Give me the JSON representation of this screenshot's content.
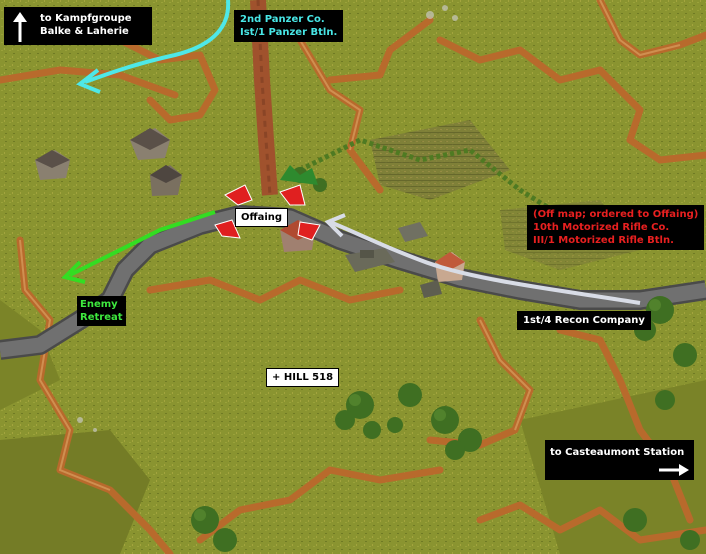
{
  "labels": {
    "kampfgruppe": [
      "to Kampfgroupe",
      "Balke & Laherie"
    ],
    "panzer": [
      "2nd Panzer Co.",
      "Ist/1 Panzer Btln."
    ],
    "offaing": "Offaing",
    "offmap": [
      "(Off map; ordered to Offaing)",
      "10th Motorized Rifle Co.",
      "III/1 Motorized Rifle Btln."
    ],
    "enemy_retreat": [
      "Enemy",
      "Retreat"
    ],
    "recon": "1st/4 Recon Company",
    "hill": "+ HILL 518",
    "casteaumont": "to Casteaumont Station"
  },
  "colors": {
    "panzer_text": "#48e6e6",
    "offmap_text": "#e82020",
    "retreat_text": "#3ee83e",
    "cyan_arrow": "#4ee8e8",
    "green_arrow": "#33dd22",
    "white_arrow": "#d8dce6",
    "terrain": "#8a9430",
    "ridge": "#b86a2c",
    "road": "#6a6a6a"
  },
  "icons": [
    "up-arrow-icon",
    "right-arrow-icon",
    "objective-marker-icon",
    "tree-icon",
    "house-icon",
    "vehicle-icon"
  ]
}
